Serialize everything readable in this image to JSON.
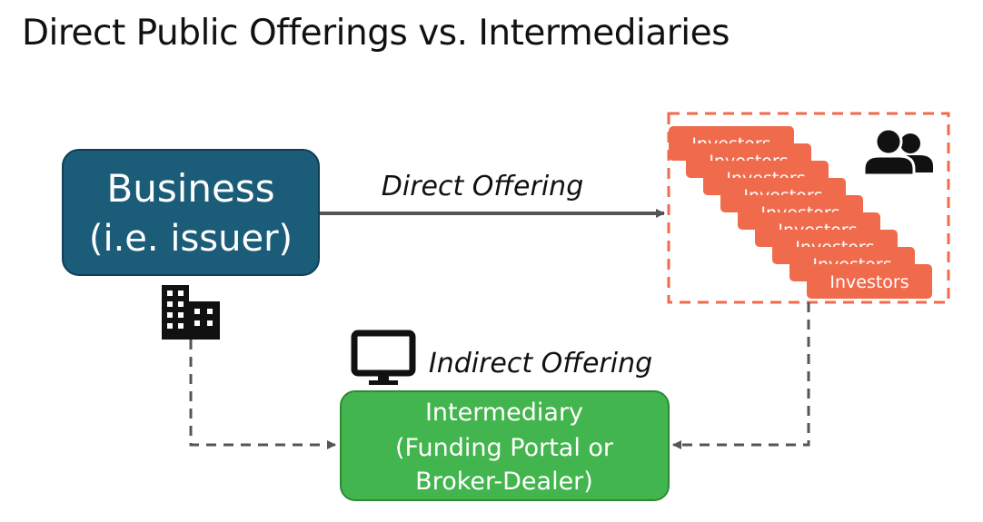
{
  "title": "Direct Public Offerings vs. Intermediaries",
  "business": {
    "line1": "Business",
    "line2": "(i.e. issuer)"
  },
  "direct_label": "Direct Offering",
  "indirect_label": "Indirect Offering",
  "intermediary": {
    "line1": "Intermediary",
    "line2": "(Funding Portal or",
    "line3": "Broker-Dealer)"
  },
  "investor_card_label": "Investors",
  "investor_card_count": 9,
  "icons": {
    "building": "building-icon",
    "monitor": "monitor-icon",
    "people": "people-icon"
  },
  "colors": {
    "business_box": "#1b5c78",
    "intermediary_box": "#43b54e",
    "investor_cards": "#f06a4c",
    "arrows": "#555555"
  }
}
